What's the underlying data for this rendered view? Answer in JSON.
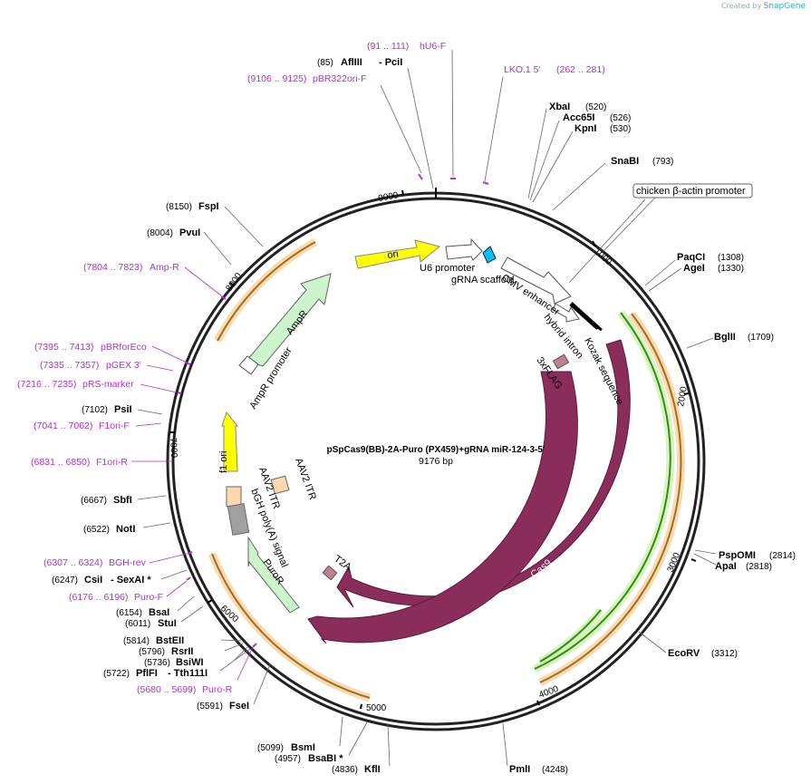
{
  "branding": {
    "created_by": "Created by",
    "product": "SnapGene"
  },
  "plasmid": {
    "name": "pSpCas9(BB)-2A-Puro (PX459)+gRNA miR-124-3-5'",
    "size_label": "9176 bp",
    "length": 9176
  },
  "colors": {
    "backbone": "#222222",
    "cas9": "#8b2d5a",
    "ampr": "#ccf5cc",
    "ori": "#ffff00",
    "itr": "#ffd8b0",
    "polya": "#a0a0a0",
    "flag": "#c08090",
    "u6": "#ffffff",
    "grna": "#00c0ff",
    "primer": "#b030d0",
    "orange_arc": "#d9a050",
    "green_arc": "#2f8c1a"
  },
  "ticks": [
    "1000",
    "2000",
    "3000",
    "4000",
    "5000",
    "6000",
    "7000",
    "8000",
    "9000"
  ],
  "sites": [
    {
      "name": "AflIII",
      "suffix": "- PciI",
      "pos": "(85)"
    },
    {
      "name": "XbaI",
      "pos": "(520)"
    },
    {
      "name": "Acc65I",
      "pos": "(526)"
    },
    {
      "name": "KpnI",
      "pos": "(530)"
    },
    {
      "name": "SnaBI",
      "pos": "(793)"
    },
    {
      "name": "PaqCI",
      "pos": "(1308)"
    },
    {
      "name": "AgeI",
      "pos": "(1330)"
    },
    {
      "name": "BglII",
      "pos": "(1709)"
    },
    {
      "name": "PspOMI",
      "pos": "(2814)"
    },
    {
      "name": "ApaI",
      "pos": "(2818)"
    },
    {
      "name": "EcoRV",
      "pos": "(3312)"
    },
    {
      "name": "PmlI",
      "pos": "(4248)"
    },
    {
      "name": "KflI",
      "pos": "(4836)"
    },
    {
      "name": "BsaBI *",
      "pos": "(4957)"
    },
    {
      "name": "BsmI",
      "pos": "(5099)"
    },
    {
      "name": "FseI",
      "pos": "(5591)"
    },
    {
      "name": "PflFI",
      "suffix": "- Tth111I",
      "pos": "(5722)"
    },
    {
      "name": "BsiWI",
      "pos": "(5736)"
    },
    {
      "name": "RsrII",
      "pos": "(5796)"
    },
    {
      "name": "BstEII",
      "pos": "(5814)"
    },
    {
      "name": "StuI",
      "pos": "(6011)"
    },
    {
      "name": "BsaI",
      "pos": "(6154)"
    },
    {
      "name": "CsiI",
      "suffix": "- SexAI *",
      "pos": "(6247)"
    },
    {
      "name": "NotI",
      "pos": "(6522)"
    },
    {
      "name": "SbfI",
      "pos": "(6667)"
    },
    {
      "name": "PsiI",
      "pos": "(7102)"
    },
    {
      "name": "PvuI",
      "pos": "(8004)"
    },
    {
      "name": "FspI",
      "pos": "(8150)"
    }
  ],
  "primers": [
    {
      "range": "(91 .. 111)",
      "name": "hU6-F"
    },
    {
      "range": "(262 .. 281)",
      "name": "LKO.1 5'"
    },
    {
      "range": "(9106 .. 9125)",
      "name": "pBR322ori-F"
    },
    {
      "range": "(7804 .. 7823)",
      "name": "Amp-R"
    },
    {
      "range": "(7395 .. 7413)",
      "name": "pBRforEco"
    },
    {
      "range": "(7335 .. 7357)",
      "name": "pGEX 3'"
    },
    {
      "range": "(7216 .. 7235)",
      "name": "pRS-marker"
    },
    {
      "range": "(7041 .. 7062)",
      "name": "F1ori-F"
    },
    {
      "range": "(6831 .. 6850)",
      "name": "F1ori-R"
    },
    {
      "range": "(6307 .. 6324)",
      "name": "BGH-rev"
    },
    {
      "range": "(6176 .. 6196)",
      "name": "Puro-F"
    },
    {
      "range": "(5680 .. 5699)",
      "name": "Puro-R"
    }
  ],
  "features": {
    "chicken_actin": "chicken β-actin promoter",
    "u6_promoter": "U6 promoter",
    "grna_scaffold": "gRNA scaffold",
    "cmv_enhancer": "CMV enhancer",
    "hybrid_intron": "hybrid intron",
    "kozak": "Kozak sequence",
    "flag": "3xFLAG",
    "cas9_a": "Cas9",
    "cas9_b": "Cas9",
    "t2a": "T2A",
    "ori": "ori",
    "ampr": "AmpR",
    "ampr_promoter": "AmpR promoter",
    "f1_ori": "f1 ori",
    "aav2_itr_a": "AAV2 ITR",
    "aav2_itr_b": "AAV2 ITR",
    "bgh": "bGH poly(A) signal",
    "puror": "PuroR"
  }
}
